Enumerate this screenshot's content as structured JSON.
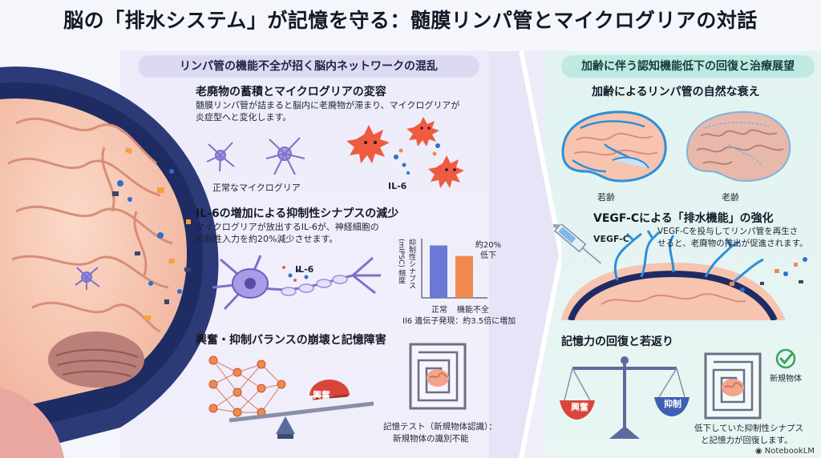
{
  "title": "脳の「排水システム」が記憶を守る：髄膜リンパ管とマイクログリアの対話",
  "left": {
    "header": "リンパ管の機能不全が招く脳内ネットワークの混乱",
    "sec1": {
      "heading": "老廃物の蓄積とマイクログリアの変容",
      "text_line1": "髄膜リンパ管が詰まると脳内に老廃物が滞まり、マイクログリアが",
      "text_line2": "炎症型へと変化します。",
      "label_normal": "正常なマイクログリア",
      "label_il6": "IL-6"
    },
    "sec2": {
      "heading": "IL-6の増加による抑制性シナプスの減少",
      "text_line1": "マイクログリアが放出するIL-6が、神経細胞の",
      "text_line2": "抑制性入力を約20%減少させます。",
      "neuron_label": "IL-6",
      "chart_ylabel": "抑制性シナプス (mIPSC) 頻度",
      "chart_annotation_line1": "約20%",
      "chart_annotation_line2": "低下",
      "chart_note": "Il6 遺伝子発現：約3.5倍に増加"
    },
    "sec3": {
      "heading": "興奮・抑制バランスの崩壊と記憶障害",
      "seesaw_label": "興奮",
      "maze_caption_line1": "記憶テスト（新規物体認識）：",
      "maze_caption_line2": "新規物体の識別不能"
    }
  },
  "right": {
    "header": "加齢に伴う認知機能低下の回復と治療展望",
    "sec1": {
      "heading": "加齢によるリンパ管の自然な衰え",
      "label_young": "若齢",
      "label_old": "老齢"
    },
    "sec2": {
      "heading": "VEGF-Cによる「排水機能」の強化",
      "syringe_label": "VEGF-C",
      "text_line1": "VEGF-Cを投与してリンパ管を再生さ",
      "text_line2": "せると、老廃物の排出が促進されます。"
    },
    "sec3": {
      "heading": "記憶力の回復と若返り",
      "label_excite": "興奮",
      "label_inhibit": "抑制",
      "check_label": "新規物体",
      "caption_line1": "低下していた抑制性シナプス",
      "caption_line2": "と記憶力が回復します。"
    }
  },
  "footer": "NotebookLM",
  "colors": {
    "normal_bar": "#6a78d6",
    "impaired_bar": "#f08a4e",
    "lymph": "#2e8fd8",
    "microglia_inflamed": "#ef5b3f",
    "microglia_normal": "#7c72c8"
  },
  "chart_data": {
    "type": "bar",
    "categories": [
      "正常",
      "機能不全"
    ],
    "values": [
      100,
      80
    ],
    "ylabel": "抑制性シナプス (mIPSC) 頻度",
    "ylim": [
      0,
      110
    ],
    "annotation": "約20% 低下"
  }
}
